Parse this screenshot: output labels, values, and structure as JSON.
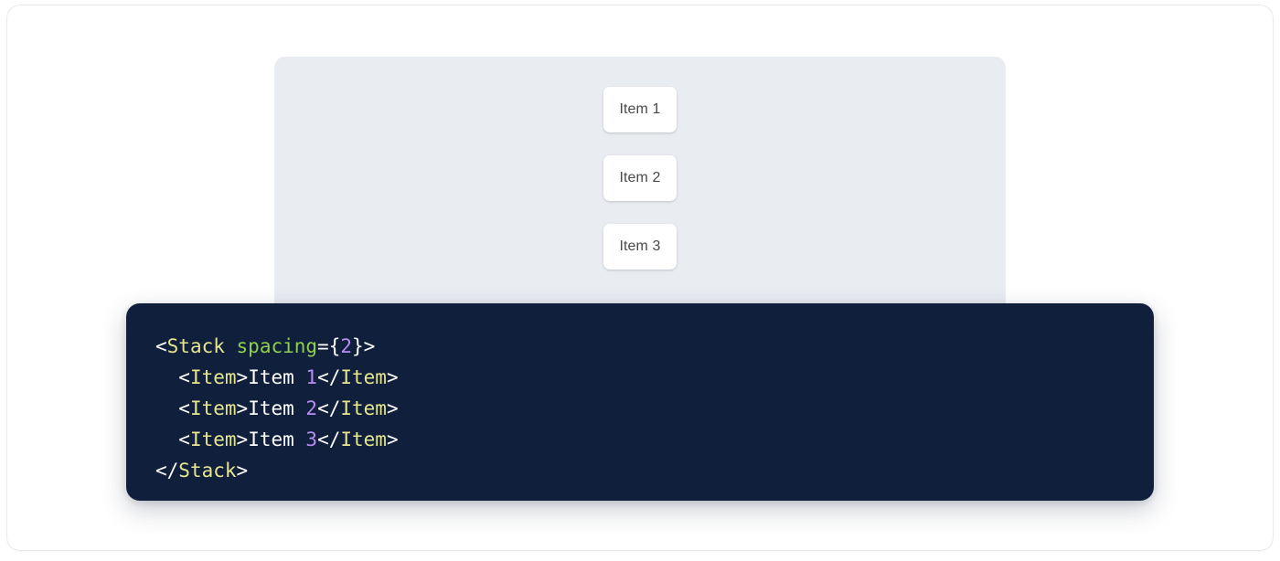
{
  "preview": {
    "container_name": "stack-preview",
    "background_color": "#e9ecf1",
    "items": [
      {
        "label": "Item 1"
      },
      {
        "label": "Item 2"
      },
      {
        "label": "Item 3"
      }
    ]
  },
  "code_panel": {
    "background_color": "#101f3c",
    "language": "jsx",
    "colors": {
      "tag": "#e6e68f",
      "attribute": "#8ed04c",
      "number": "#b48ef0",
      "punctuation": "#ffffff",
      "text": "#ffffff"
    },
    "lines": [
      {
        "indent": "",
        "tokens": [
          {
            "t": "punct",
            "v": "<"
          },
          {
            "t": "tag",
            "v": "Stack"
          },
          {
            "t": "text",
            "v": " "
          },
          {
            "t": "attr",
            "v": "spacing"
          },
          {
            "t": "punct",
            "v": "={"
          },
          {
            "t": "num",
            "v": "2"
          },
          {
            "t": "punct",
            "v": "}>"
          }
        ]
      },
      {
        "indent": "  ",
        "tokens": [
          {
            "t": "punct",
            "v": "<"
          },
          {
            "t": "tag",
            "v": "Item"
          },
          {
            "t": "punct",
            "v": ">"
          },
          {
            "t": "text",
            "v": "Item "
          },
          {
            "t": "num",
            "v": "1"
          },
          {
            "t": "punct",
            "v": "</"
          },
          {
            "t": "tag",
            "v": "Item"
          },
          {
            "t": "punct",
            "v": ">"
          }
        ]
      },
      {
        "indent": "  ",
        "tokens": [
          {
            "t": "punct",
            "v": "<"
          },
          {
            "t": "tag",
            "v": "Item"
          },
          {
            "t": "punct",
            "v": ">"
          },
          {
            "t": "text",
            "v": "Item "
          },
          {
            "t": "num",
            "v": "2"
          },
          {
            "t": "punct",
            "v": "</"
          },
          {
            "t": "tag",
            "v": "Item"
          },
          {
            "t": "punct",
            "v": ">"
          }
        ]
      },
      {
        "indent": "  ",
        "tokens": [
          {
            "t": "punct",
            "v": "<"
          },
          {
            "t": "tag",
            "v": "Item"
          },
          {
            "t": "punct",
            "v": ">"
          },
          {
            "t": "text",
            "v": "Item "
          },
          {
            "t": "num",
            "v": "3"
          },
          {
            "t": "punct",
            "v": "</"
          },
          {
            "t": "tag",
            "v": "Item"
          },
          {
            "t": "punct",
            "v": ">"
          }
        ]
      },
      {
        "indent": "",
        "tokens": [
          {
            "t": "punct",
            "v": "</"
          },
          {
            "t": "tag",
            "v": "Stack"
          },
          {
            "t": "punct",
            "v": ">"
          }
        ]
      }
    ]
  }
}
